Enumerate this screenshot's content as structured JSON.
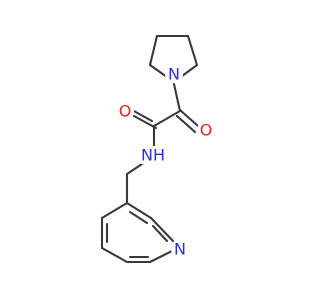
{
  "molecule": {
    "colors": {
      "carbon": "#3a3a3a",
      "nitrogen": "#2832d0",
      "oxygen": "#e3261e",
      "background": "#ffffff"
    },
    "atoms": [
      {
        "id": "n_pyrrolidine",
        "element": "N",
        "label": "N",
        "color": "nitrogen"
      },
      {
        "id": "o_ketone",
        "element": "O",
        "label": "O",
        "color": "oxygen"
      },
      {
        "id": "o_amide",
        "element": "O",
        "label": "O",
        "color": "oxygen"
      },
      {
        "id": "nh_amide",
        "element": "N",
        "label": "NH",
        "color": "nitrogen"
      },
      {
        "id": "n_pyridine",
        "element": "N",
        "label": "N",
        "color": "nitrogen"
      }
    ]
  }
}
